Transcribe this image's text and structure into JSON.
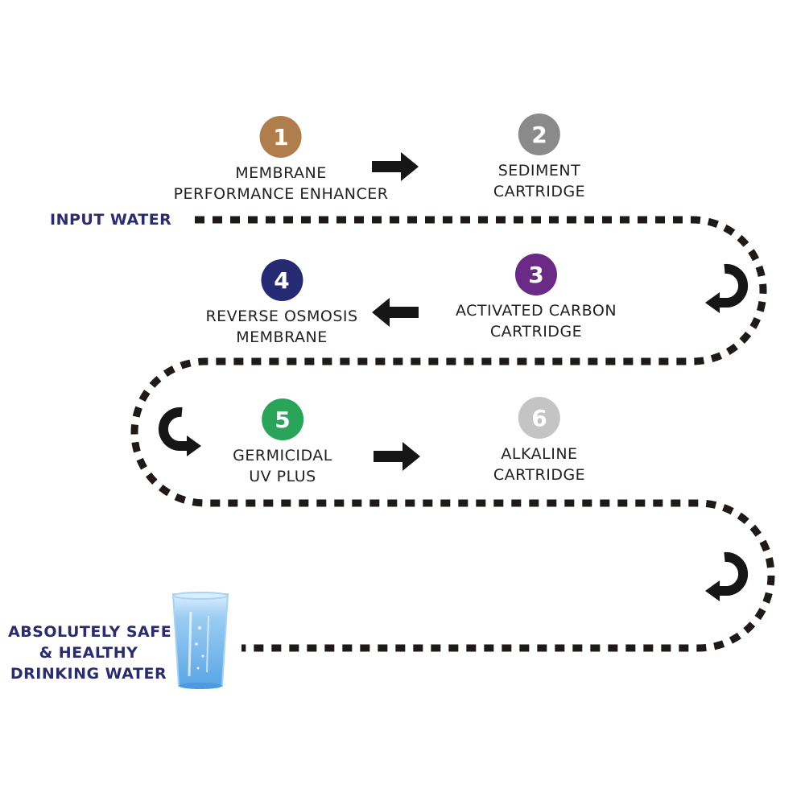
{
  "colors": {
    "path": "#1f1a17",
    "arrow": "#161616",
    "label_blue": "#2a2c6b",
    "glass": "#8fc3ec"
  },
  "input_label": "INPUT WATER",
  "output_label": [
    "ABSOLUTELY SAFE",
    "& HEALTHY",
    "DRINKING WATER"
  ],
  "steps": [
    {
      "number": "1",
      "lines": [
        "MEMBRANE",
        "PERFORMANCE ENHANCER"
      ],
      "color": "#b07d4c"
    },
    {
      "number": "2",
      "lines": [
        "SEDIMENT",
        "CARTRIDGE"
      ],
      "color": "#8a8a8a"
    },
    {
      "number": "3",
      "lines": [
        "ACTIVATED CARBON",
        "CARTRIDGE"
      ],
      "color": "#6b2a86"
    },
    {
      "number": "4",
      "lines": [
        "REVERSE OSMOSIS",
        "MEMBRANE"
      ],
      "color": "#262a73"
    },
    {
      "number": "5",
      "lines": [
        "GERMICIDAL",
        "UV PLUS"
      ],
      "color": "#2aa45a"
    },
    {
      "number": "6",
      "lines": [
        "ALKALINE",
        "CARTRIDGE"
      ],
      "color": "#c4c4c4"
    }
  ],
  "icons": {
    "flow_arrow": "arrow-right-icon",
    "curved_arrow": "curved-arrow-icon",
    "glass": "water-glass-icon"
  }
}
